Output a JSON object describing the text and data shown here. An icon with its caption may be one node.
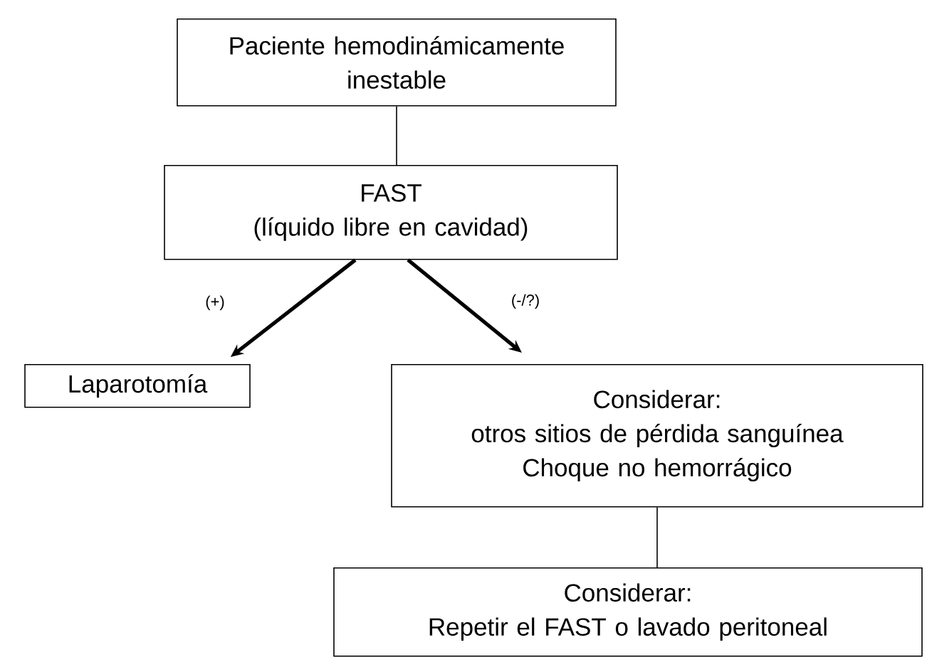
{
  "diagram": {
    "nodes": [
      {
        "text": [
          "Paciente hemodinámicamente inestable"
        ]
      },
      {
        "text": [
          "FAST",
          "(líquido libre en cavidad)"
        ]
      },
      {
        "text": [
          "Laparotomía"
        ]
      },
      {
        "text": [
          "Considerar:",
          "otros sitios de pérdida sanguínea",
          "Choque no hemorrágico"
        ]
      },
      {
        "text": [
          "Considerar:",
          "Repetir el FAST o lavado peritoneal"
        ]
      }
    ],
    "edges": [
      {
        "from": 0,
        "to": 1,
        "arrow": "none"
      },
      {
        "from": 1,
        "to": 2,
        "arrow": "to",
        "label": "(+)",
        "style": "thick"
      },
      {
        "from": 1,
        "to": 3,
        "arrow": "to",
        "label": "(-/?)",
        "style": "thick"
      },
      {
        "from": 3,
        "to": 4,
        "arrow": "none"
      }
    ]
  }
}
